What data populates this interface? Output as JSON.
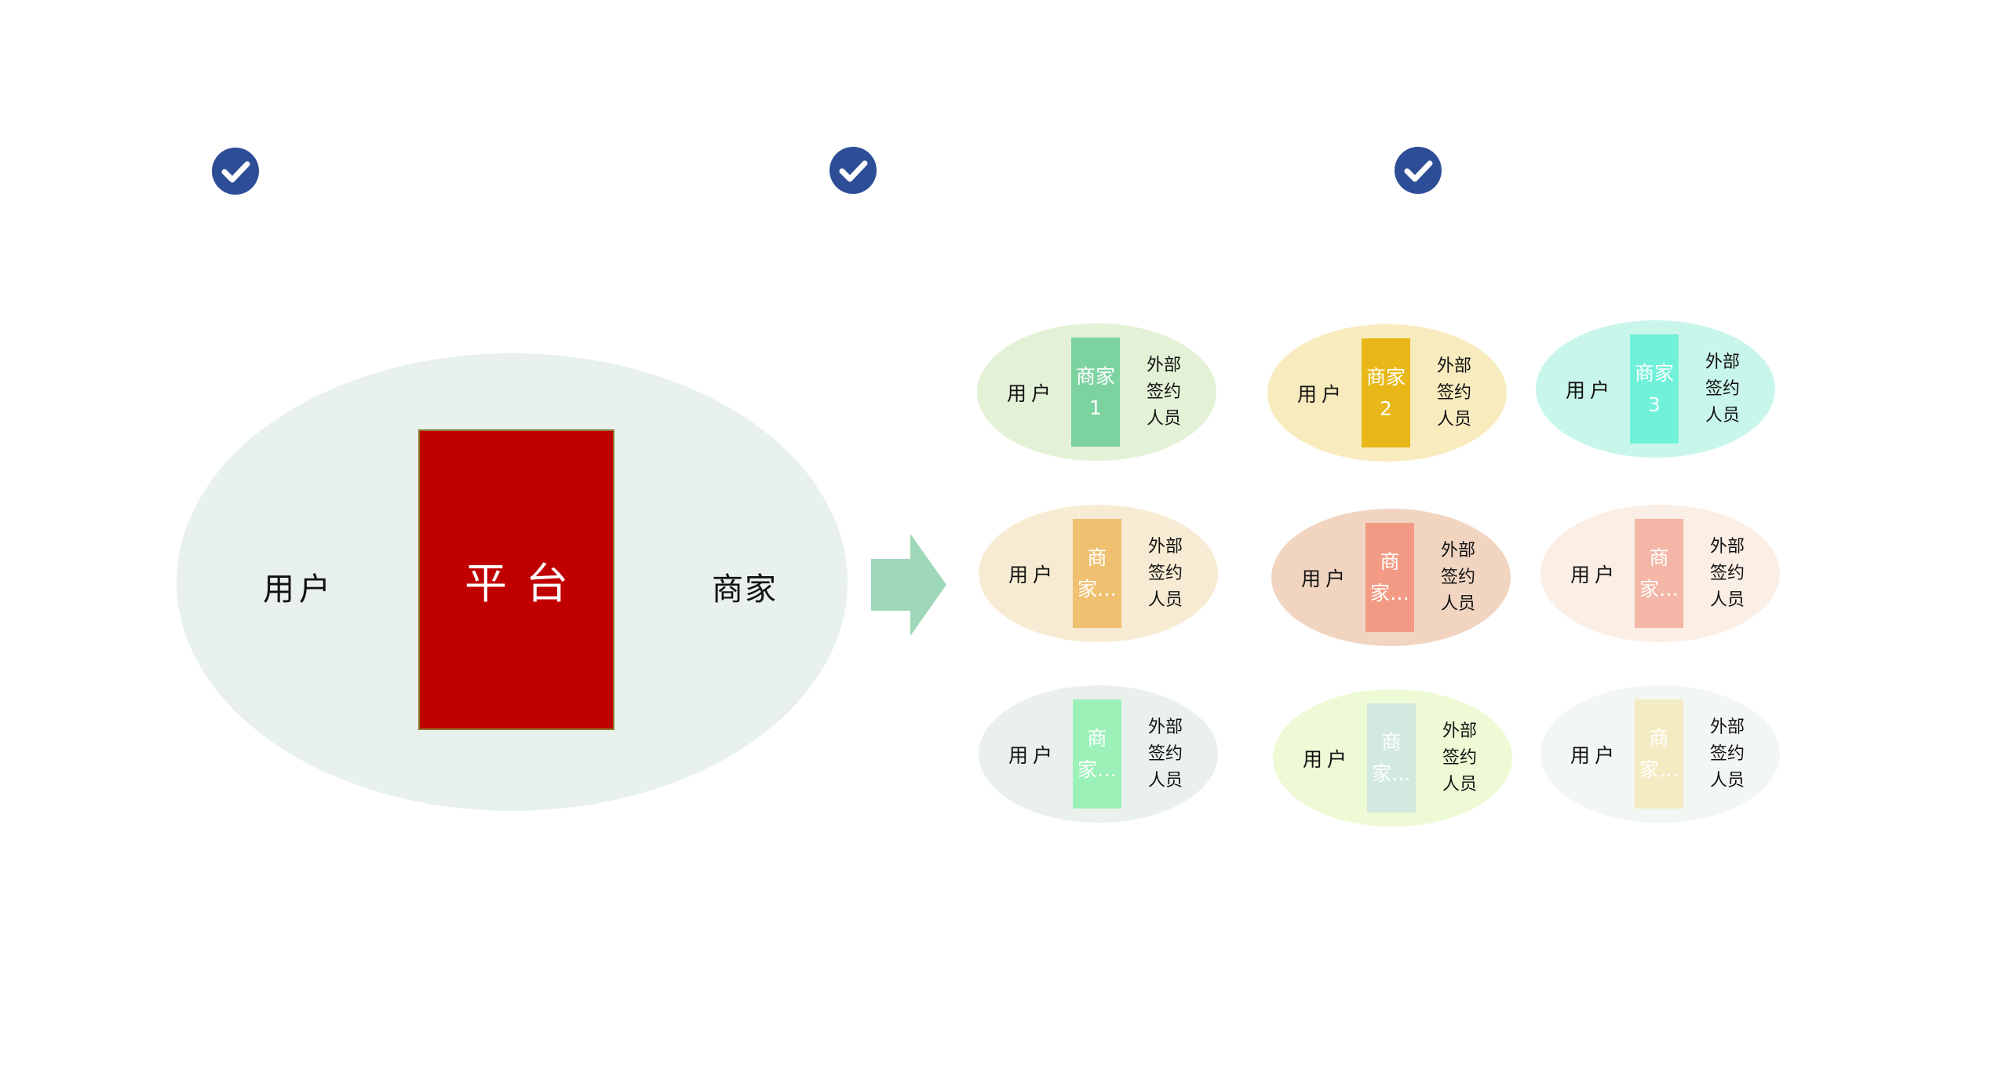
{
  "colors": {
    "check_blue": "#2d4e96",
    "big_ellipse": "#e8f1ec",
    "platform_red": "#c00000",
    "arrow": "#9ed8b8"
  },
  "checks": [
    "check-icon",
    "check-icon",
    "check-icon"
  ],
  "left": {
    "user_label": "用户",
    "platform_label": "平台",
    "merchant_label": "商家"
  },
  "grid": [
    {
      "user": "用户",
      "merchant": "商家1",
      "ext": "外部签约人员",
      "ellipse": "#e3f1d6",
      "rect": "#7dd3a0",
      "merchant_color": "#ffffff"
    },
    {
      "user": "用户",
      "merchant": "商家2",
      "ext": "外部签约人员",
      "ellipse": "#f8ebbe",
      "rect": "#e7b817",
      "merchant_color": "#ffffff"
    },
    {
      "user": "用户",
      "merchant": "商家3",
      "ext": "外部签约人员",
      "ellipse": "#c9f6ea",
      "rect": "#71f1da",
      "merchant_color": "#ffffff"
    },
    {
      "user": "用户",
      "merchant": "商家…",
      "ext": "外部签约人员",
      "ellipse": "#f7ecd3",
      "rect": "#efc070",
      "merchant_color": "#ffffff"
    },
    {
      "user": "用户",
      "merchant": "商家…",
      "ext": "外部签约人员",
      "ellipse": "#f1d5c1",
      "rect": "#f29a83",
      "merchant_color": "#ffffff"
    },
    {
      "user": "用户",
      "merchant": "商家…",
      "ext": "外部签约人员",
      "ellipse": "#fbeee5",
      "rect": "#f4b6a6",
      "merchant_color": "#ffffff"
    },
    {
      "user": "用户",
      "merchant": "商家…",
      "ext": "外部签约人员",
      "ellipse": "#eaf1ec",
      "rect": "#9bf1b8",
      "merchant_color": "#ffffff"
    },
    {
      "user": "用户",
      "merchant": "商家…",
      "ext": "外部签约人员",
      "ellipse": "#eefad6",
      "rect": "#d2e9df",
      "merchant_color": "#ffffff"
    },
    {
      "user": "用户",
      "merchant": "商家…",
      "ext": "外部签约人员",
      "ellipse": "#f3f7f3",
      "rect": "#f3ebc2",
      "merchant_color": "#ffffff"
    }
  ]
}
